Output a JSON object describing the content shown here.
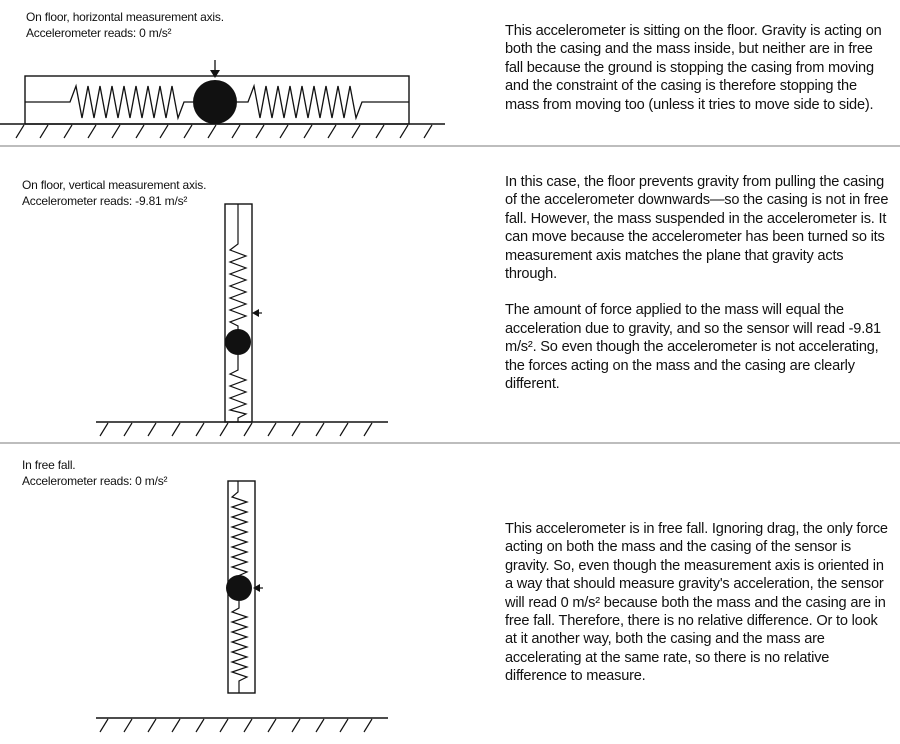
{
  "panels": [
    {
      "caption_line1": "On floor, horizontal measurement axis.",
      "caption_line2": "Accelerometer reads: 0 m/s²",
      "paragraphs": [
        "This accelerometer is sitting on the floor. Gravity is acting on both the casing and the mass inside, but neither are in free fall because the ground is stopping the casing from moving and the constraint of the casing is therefore stopping the mass from moving too (unless it tries to move side to side)."
      ]
    },
    {
      "caption_line1": "On floor, vertical measurement axis.",
      "caption_line2": "Accelerometer reads: -9.81 m/s²",
      "paragraphs": [
        "In this case, the floor prevents gravity from pulling the casing of the accelerometer downwards—so the casing is not in free fall. However, the mass suspended in the accelerometer is. It can move because the accelerometer has been turned so its measurement axis matches the plane that gravity acts through.",
        "The amount of force applied to the mass will equal the acceleration due to gravity, and so the sensor will read -9.81 m/s². So even though the accelerometer is not accelerating, the forces acting on the mass and the casing are clearly different."
      ]
    },
    {
      "caption_line1": "In free fall.",
      "caption_line2": "Accelerometer reads: 0 m/s²",
      "paragraphs": [
        "This accelerometer is in free fall. Ignoring drag, the only force acting on both the mass and the casing of the sensor is gravity. So, even though the measurement axis is oriented in a way that should measure gravity's acceleration, the sensor will read 0 m/s² because both the mass and the casing are in free fall. Therefore, there is no relative difference. Or to look at it another way, both the casing and the mass are accelerating at the same rate, so there is no relative difference to measure."
      ]
    }
  ],
  "colors": {
    "line": "#111111",
    "divider": "#bdbdbd"
  }
}
